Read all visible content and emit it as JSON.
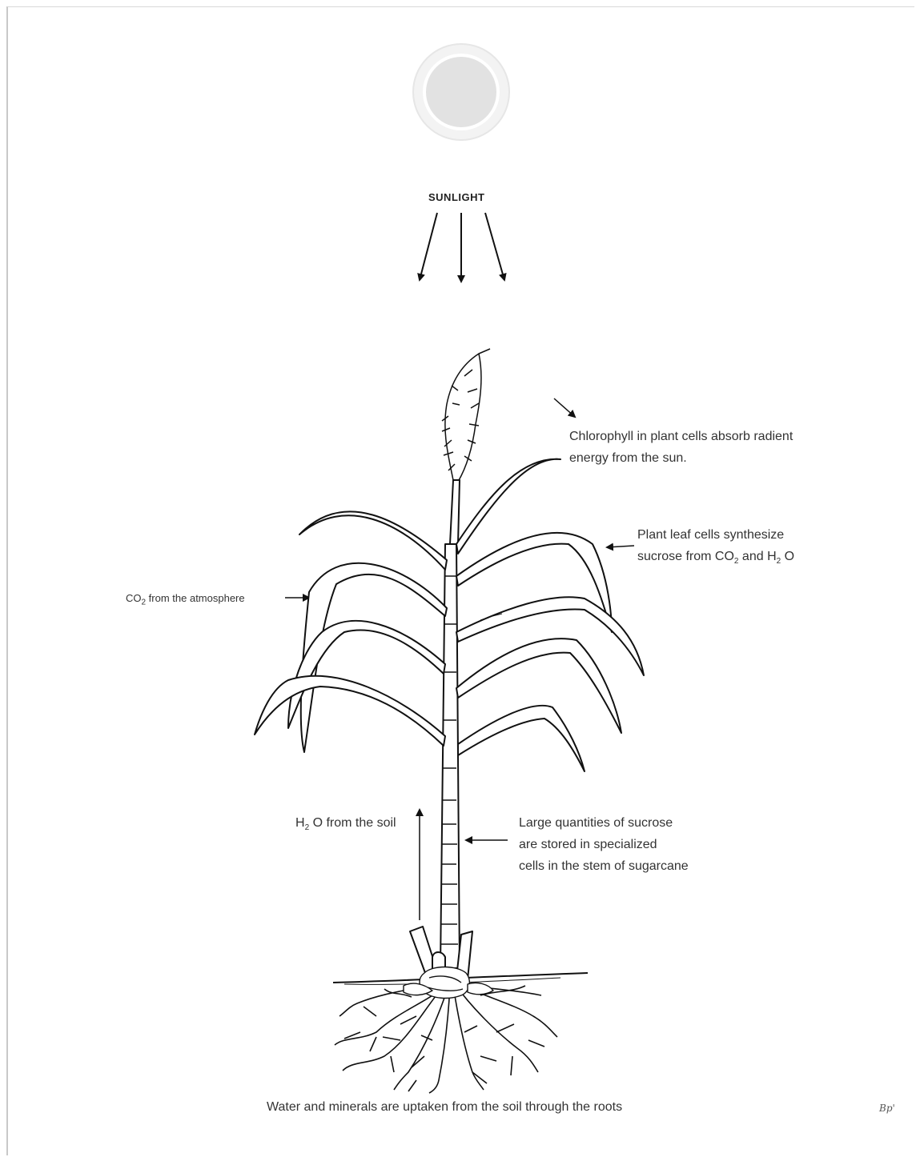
{
  "sunlight_label": "SUNLIGHT",
  "labels": {
    "chlorophyll": [
      "Chlorophyll in plant cells absorb radient",
      "energy from the sun."
    ],
    "leaf_cells": {
      "line1": "Plant leaf cells synthesize",
      "line2_pre": "sucrose from CO",
      "line2_sub1": "2",
      "line2_mid": " and H",
      "line2_sub2": "2",
      "line2_post": " O"
    },
    "co2": {
      "pre": "CO",
      "sub": "2",
      "post": " from the atmosphere"
    },
    "h2o": {
      "pre": "H",
      "sub": "2",
      "post": " O from the soil"
    },
    "sucrose_storage": [
      "Large quantities of sucrose",
      "are stored in specialized",
      "cells in the stem of sugarcane"
    ],
    "roots_caption": "Water and minerals are uptaken from the soil through the roots"
  },
  "signature": "Bp'",
  "colors": {
    "sun_fill": "#e4e4e4",
    "sun_ring": "#ececec",
    "ink": "#111111"
  }
}
